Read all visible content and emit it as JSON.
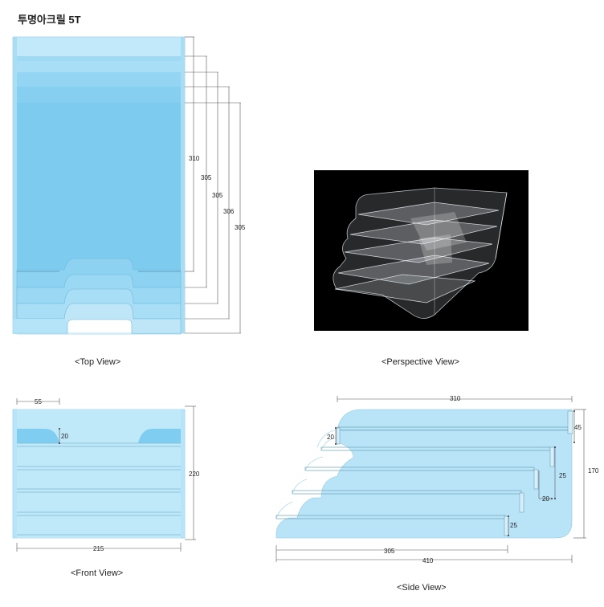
{
  "title": "투명아크릴 5T",
  "views": {
    "top": {
      "caption": "<Top View>",
      "dims": [
        "310",
        "305",
        "305",
        "306",
        "305"
      ]
    },
    "perspective": {
      "caption": "<Perspective View>"
    },
    "front": {
      "caption": "<Front View>",
      "width": "215",
      "height": "220",
      "notch_width": "55",
      "notch_depth": "20"
    },
    "side": {
      "caption": "<Side View>",
      "top_length": "310",
      "total_length": "410",
      "base_length": "305",
      "height": "170",
      "back_height": "45",
      "step_gap": "25",
      "shelf_height": "20",
      "front_lip": "20",
      "bottom_gap": "25"
    }
  },
  "colors": {
    "acrylic_light": "#bfe6f7",
    "acrylic_mid": "#8fd3f2",
    "acrylic_deep": "#6cc4ee",
    "edge": "#9fd8ee",
    "photo_bg": "#000000"
  }
}
